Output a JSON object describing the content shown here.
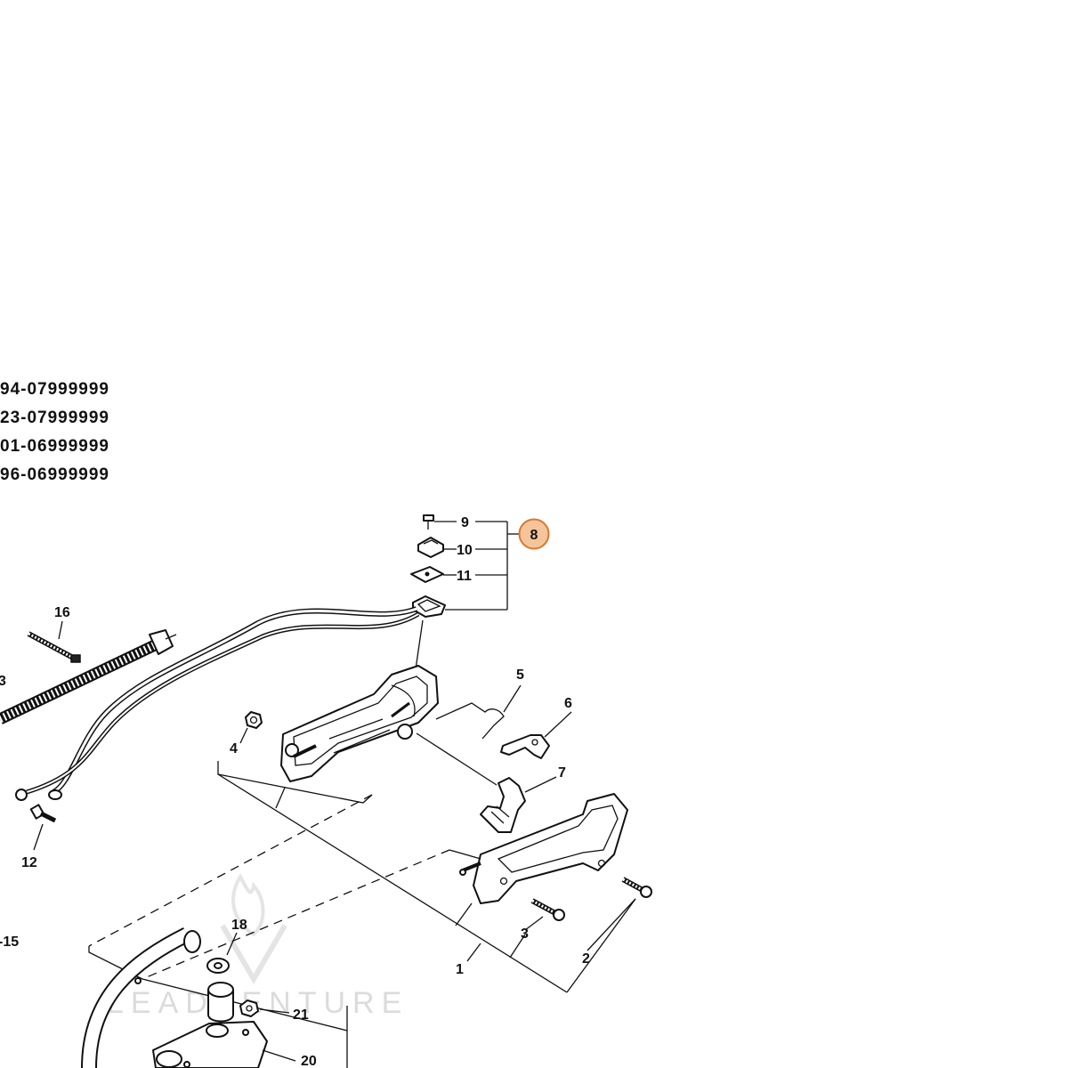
{
  "serial_ranges": [
    "94-07999999",
    "23-07999999",
    "01-06999999",
    "96-06999999"
  ],
  "callouts": {
    "p1": "1",
    "p2": "2",
    "p3": "3",
    "p4": "4",
    "p5": "5",
    "p6": "6",
    "p7": "7",
    "p8": "8",
    "p9": "9",
    "p10": "10",
    "p11": "11",
    "p12": "12",
    "p13": "3",
    "p15": "-15",
    "p16": "16",
    "p18": "18",
    "p20": "20",
    "p21": "21"
  },
  "highlight": {
    "callout": "8",
    "color": "#f5c49a",
    "border": "#d8782e"
  },
  "watermark": "LEADVENTURE"
}
